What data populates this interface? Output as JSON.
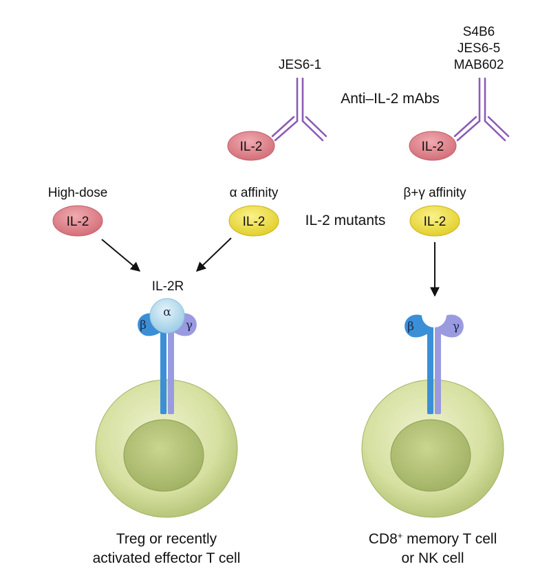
{
  "antibodies": {
    "group_label": "Anti–IL-2 mAbs",
    "left_clone": "JES6-1",
    "right_clones": [
      "S4B6",
      "JES6-5",
      "MAB602"
    ],
    "complex_il2_label": "IL-2"
  },
  "ligands": {
    "high_dose": {
      "label": "High-dose",
      "pill": "IL-2"
    },
    "alpha_affinity": {
      "label": "α affinity",
      "pill": "IL-2"
    },
    "beta_gamma_affinity": {
      "label": "β+γ affinity",
      "pill": "IL-2"
    },
    "mutants_label": "IL-2 mutants"
  },
  "receptor": {
    "label": "IL-2R",
    "alpha": "α",
    "beta": "β",
    "gamma": "γ"
  },
  "cells": {
    "left_caption": [
      "Treg or recently",
      "activated effector T cell"
    ],
    "right_caption_line1": "CD8",
    "right_caption_sup": "+",
    "right_caption_line1_rest": " memory T cell",
    "right_caption_line2": "or NK cell"
  },
  "colors": {
    "il2_pink": "#e28a92",
    "mutant_yellow": "#f2e44c",
    "antibody_purple": "#8a5bb5",
    "beta_blue": "#3b8fd6",
    "gamma_lavender": "#9a9ae0",
    "alpha_lightblue": "#bde0ef",
    "cell_green": "#d8e2a4",
    "nucleus_green": "#b5c679"
  }
}
